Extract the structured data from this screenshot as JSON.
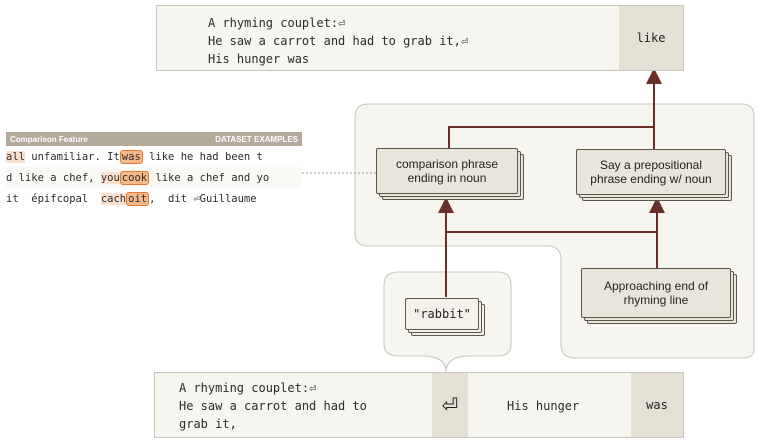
{
  "top_prompt": {
    "lines": [
      "A rhyming couplet:⏎",
      "He saw a carrot and had to grab it,⏎",
      "His hunger was"
    ],
    "output_token": "like"
  },
  "nodes": {
    "comparison": "comparison phrase ending in noun",
    "prepositional": "Say a prepositional phrase ending w/ noun",
    "rabbit": "\"rabbit\"",
    "approaching": "Approaching end of rhyming line"
  },
  "panel": {
    "title": "Comparison Feature",
    "subtitle": "DATASET EXAMPLES",
    "rows": [
      {
        "pre": "",
        "soft1": "all",
        "mid": " unfamiliar. It",
        "hl": "was",
        "post": " like he had been t"
      },
      {
        "pre": "d like a chef, ",
        "soft1": "you",
        "mid": "",
        "hl": "cook",
        "post": " like a chef and yo"
      },
      {
        "pre": "it  épifcopal  ",
        "soft1": "cach",
        "mid": "",
        "hl": "oit",
        "post": ",  dit ⏎Guillaume"
      }
    ]
  },
  "bottom_prompt": {
    "lines": [
      "A rhyming couplet:⏎",
      "He saw a carrot and had to",
      "grab it,"
    ],
    "enter_symbol": "⏎",
    "his_hunger": "His hunger",
    "was": "was"
  },
  "colors": {
    "accent": "#6b2f2a",
    "highlight": "#f6b98a",
    "panel_header": "#b3aa9c"
  }
}
